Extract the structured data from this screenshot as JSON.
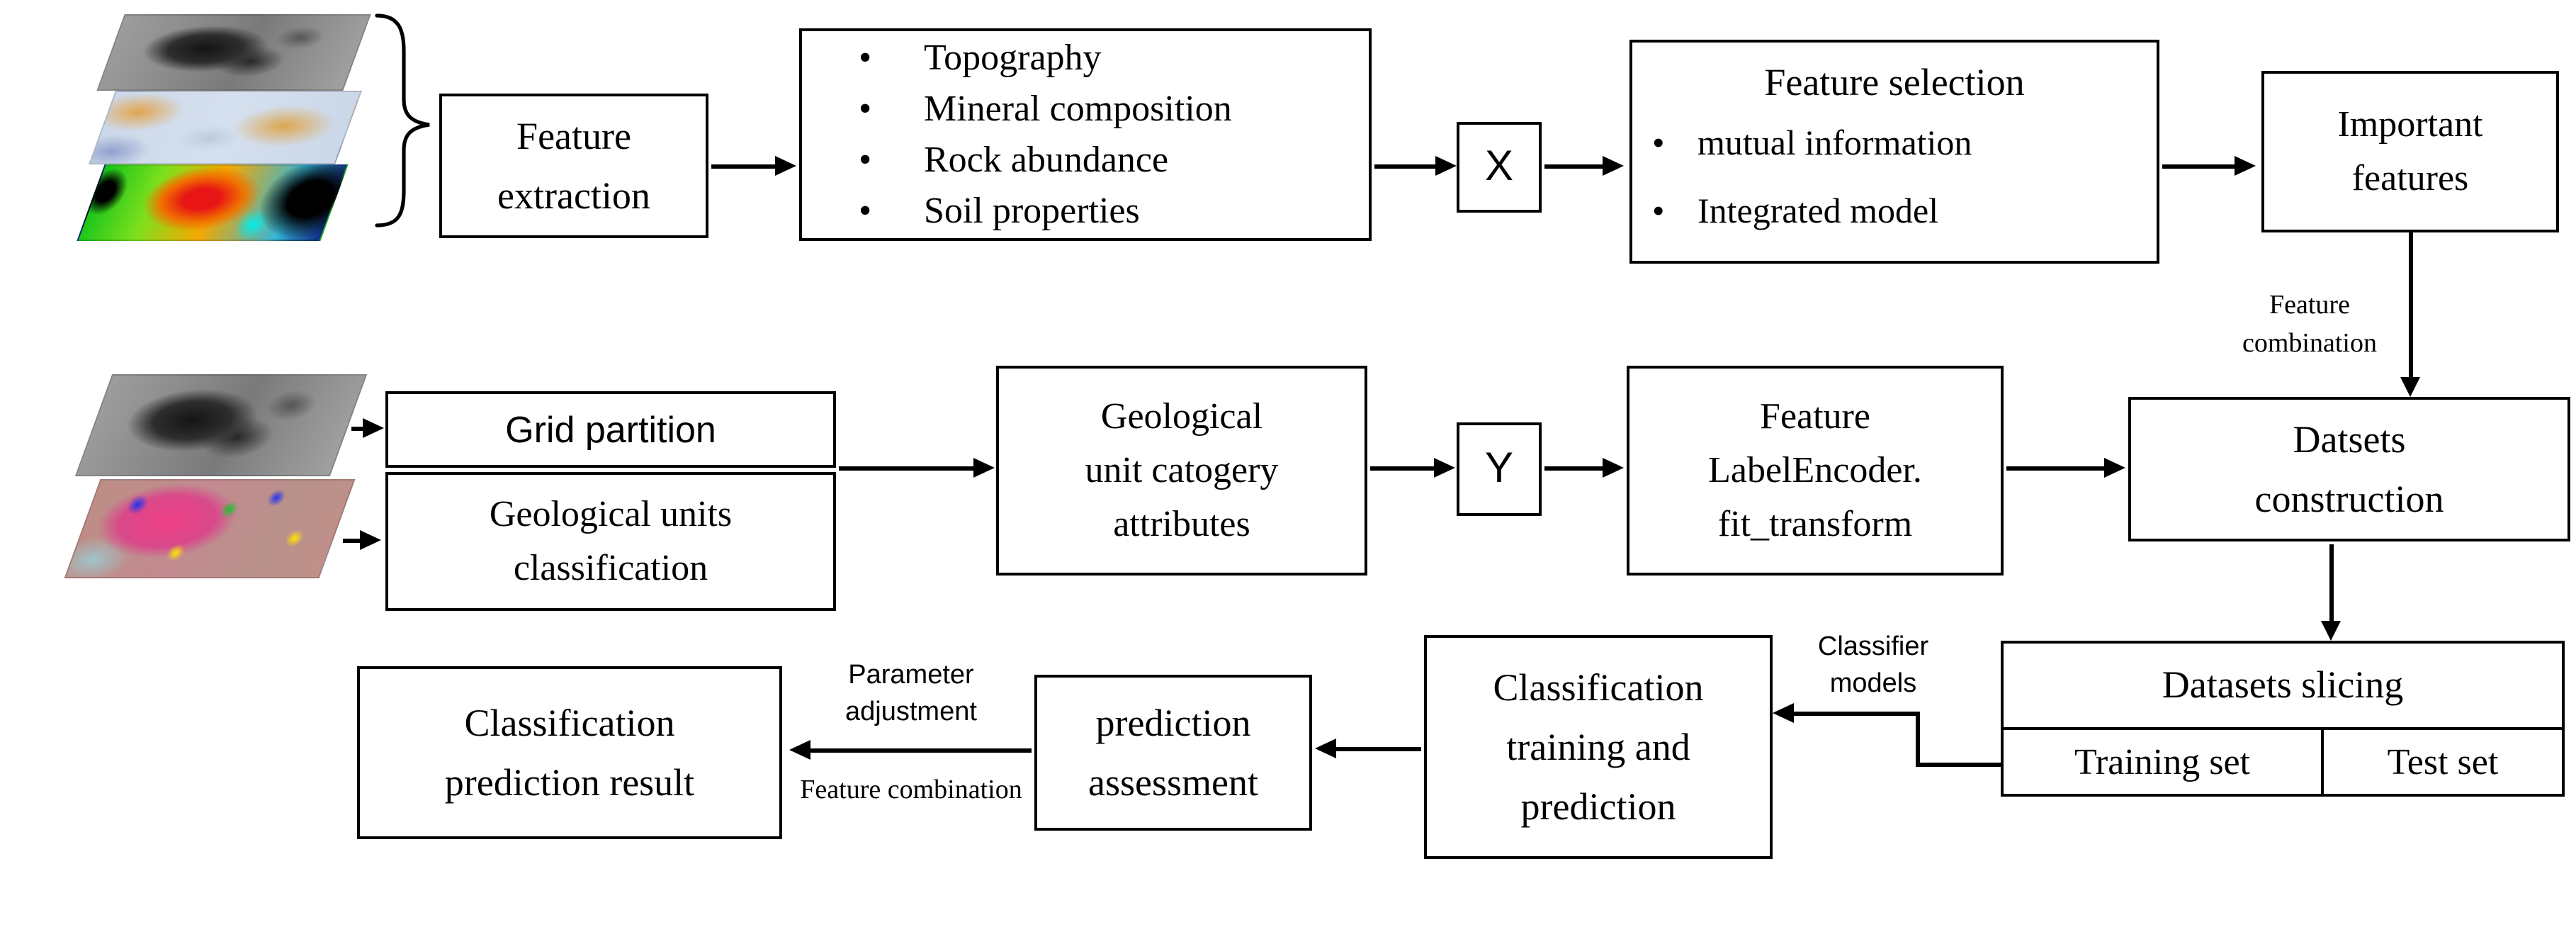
{
  "page": {
    "background": "#ffffff",
    "line_color": "#000000"
  },
  "flow": {
    "inputs_top": {
      "layers": [
        "lunar-grayscale-map",
        "blue-orange-mineral-map",
        "rainbow-heatmap"
      ]
    },
    "feature_extraction": {
      "line1": "Feature",
      "line2": "extraction"
    },
    "feature_list": {
      "items": [
        "Topography",
        "Mineral composition",
        "Rock abundance",
        "Soil properties"
      ]
    },
    "x_node": {
      "label": "X"
    },
    "feature_selection": {
      "title": "Feature selection",
      "items": [
        "mutual information",
        "Integrated model"
      ]
    },
    "important_features": {
      "line1": "Important",
      "line2": "features"
    },
    "feature_combination_top": {
      "line1": "Feature",
      "line2": "combination"
    },
    "inputs_bottom": {
      "layers": [
        "lunar-grayscale-map",
        "geological-units-color-map"
      ]
    },
    "grid_partition": {
      "label": "Grid partition"
    },
    "geological_units_classification": {
      "line1": "Geological units",
      "line2": "classification"
    },
    "geological_unit_category_attributes": {
      "line1": "Geological",
      "line2": "unit catogery",
      "line3": "attributes"
    },
    "y_node": {
      "label": "Y"
    },
    "feature_label_encoder": {
      "line1": "Feature",
      "line2": "LabelEncoder.",
      "line3": "fit_transform"
    },
    "datasets_construction": {
      "line1": "Datsets",
      "line2": "construction"
    },
    "datasets_slicing": {
      "title": "Datasets slicing",
      "training": "Training set",
      "test": "Test set"
    },
    "classifier_models": {
      "line1": "Classifier",
      "line2": "models"
    },
    "classification_training": {
      "line1": "Classification",
      "line2": "training and",
      "line3": "prediction"
    },
    "prediction_assessment": {
      "line1": "prediction",
      "line2": "assessment"
    },
    "parameter_adjustment": {
      "line1": "Parameter",
      "line2": "adjustment"
    },
    "feature_combination_bottom": {
      "line1": "Feature",
      "line2": "combination"
    },
    "classification_prediction_result": {
      "line1": "Classification",
      "line2": "prediction result"
    }
  }
}
